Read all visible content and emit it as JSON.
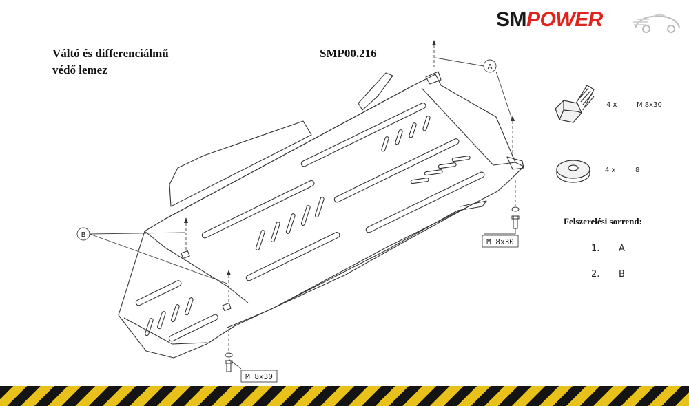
{
  "header": {
    "title_line1": "Váltó és differenciálmű",
    "title_line2": "védő lemez",
    "part_number": "SMP00.216"
  },
  "logo": {
    "text_left": "SM",
    "text_right": "POWER",
    "color_left": "#1a1a1a",
    "color_right": "#e0231d"
  },
  "callouts": {
    "a": "A",
    "b": "B"
  },
  "bolt_labels": {
    "right": "M 8x30",
    "bottom": "M 8x30"
  },
  "parts": {
    "bolt": {
      "qty": "4 x",
      "spec": "M 8x30",
      "icon": "hex-bolt-icon"
    },
    "washer": {
      "qty": "4 x",
      "spec": "8",
      "icon": "washer-icon"
    }
  },
  "order": {
    "title": "Felszerelési sorrend:",
    "items": [
      {
        "num": "1.",
        "value": "A"
      },
      {
        "num": "2.",
        "value": "B"
      }
    ]
  },
  "colors": {
    "hazard_yellow": "#e8c21a",
    "hazard_black": "#141414"
  }
}
